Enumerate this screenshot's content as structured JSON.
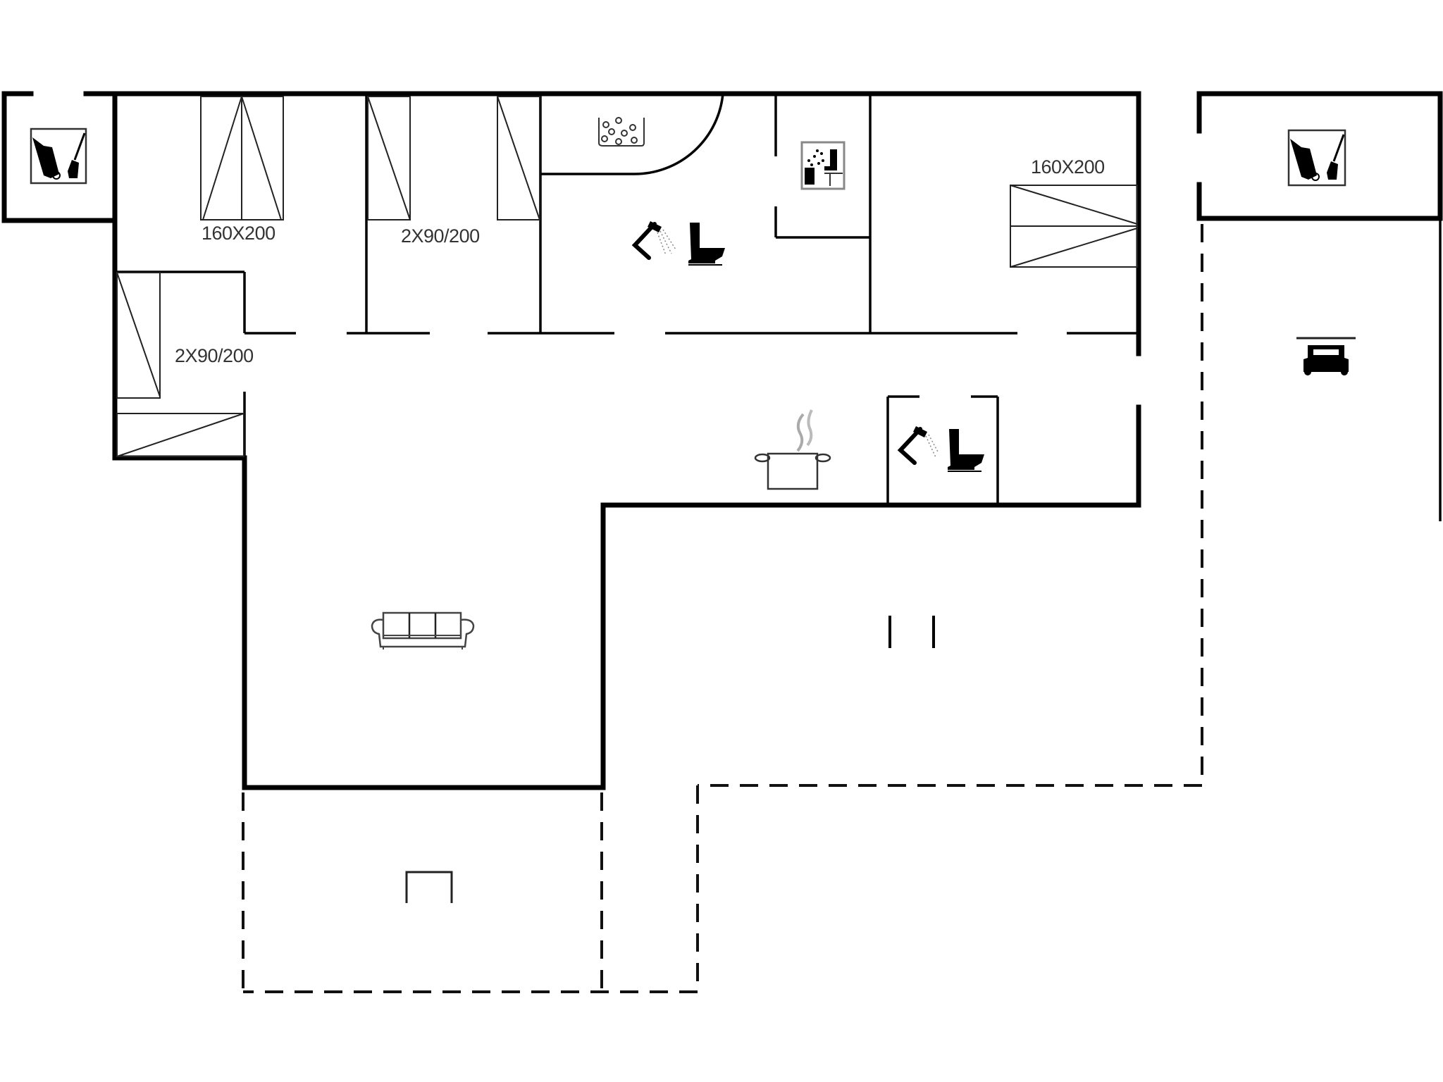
{
  "floorplan": {
    "rooms": [
      {
        "id": "utility-left",
        "type": "utility",
        "icon": "utility-icon"
      },
      {
        "id": "bedroom-1",
        "type": "bedroom",
        "bed_label": "160X200",
        "icon": "double-bed-icon"
      },
      {
        "id": "bedroom-2",
        "type": "bedroom",
        "bed_label": "2X90/200",
        "icon": "twin-beds-icon"
      },
      {
        "id": "bedroom-3",
        "type": "bedroom",
        "bed_label": "2X90/200",
        "icon": "twin-beds-icon"
      },
      {
        "id": "bathroom-main",
        "type": "bathroom",
        "icons": [
          "whirlpool-icon",
          "shower-icon",
          "toilet-icon"
        ]
      },
      {
        "id": "sauna",
        "type": "sauna",
        "icon": "sauna-icon"
      },
      {
        "id": "bedroom-4",
        "type": "bedroom",
        "bed_label": "160X200",
        "icon": "double-bed-icon"
      },
      {
        "id": "kitchen",
        "type": "kitchen",
        "icon": "cooking-pot-icon"
      },
      {
        "id": "bathroom-2",
        "type": "bathroom",
        "icons": [
          "shower-icon",
          "toilet-icon"
        ]
      },
      {
        "id": "living-room",
        "type": "living",
        "icon": "sofa-icon"
      },
      {
        "id": "utility-right",
        "type": "utility",
        "icon": "utility-icon"
      },
      {
        "id": "carport",
        "type": "carport",
        "icon": "car-icon"
      },
      {
        "id": "terrace",
        "type": "terrace",
        "icon": "bench-icon"
      }
    ],
    "labels": {
      "bed1": "160X200",
      "bed2": "2X90/200",
      "bed3": "2X90/200",
      "bed4": "160X200"
    },
    "colors": {
      "wall": "#000000",
      "background": "#ffffff",
      "label": "#333333"
    }
  }
}
